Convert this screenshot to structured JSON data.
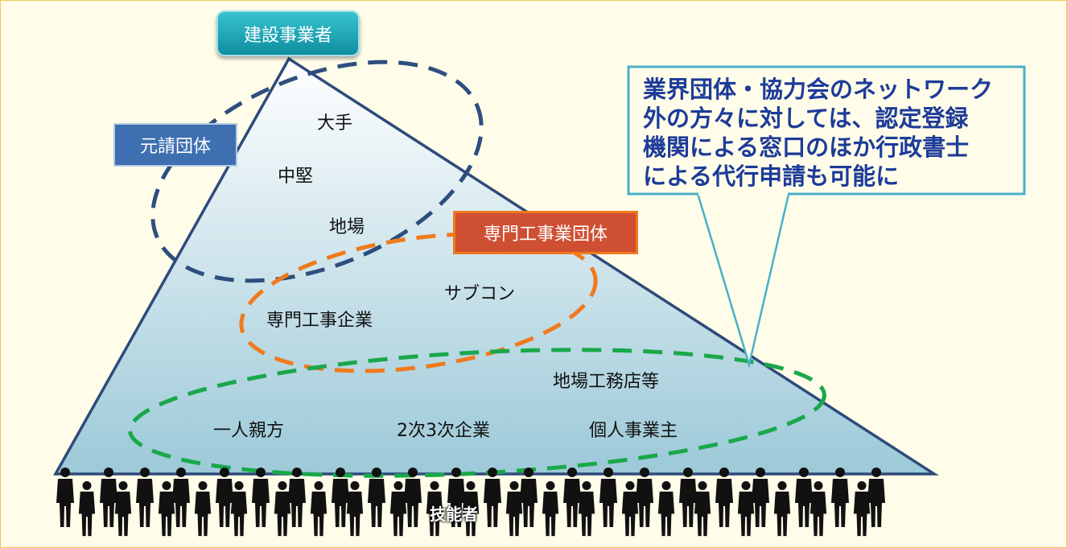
{
  "boxes": {
    "top": "建設事業者",
    "left": "元請団体",
    "mid": "専門工事業団体"
  },
  "labels": {
    "ote": "大手",
    "chuken": "中堅",
    "jiba": "地場",
    "subcon": "サブコン",
    "senmon": "専門工事企業",
    "koumuten": "地場工務店等",
    "hitori": "一人親方",
    "niji": "2次3次企業",
    "kojin": "個人事業主"
  },
  "callout": "業界団体・協力会のネットワーク\n外の方々に対しては、認定登録\n機関による窓口のほか行政書士\nによる代行申請も可能に",
  "workers_label": "技能者",
  "colors": {
    "background": "#fffde9",
    "frame": "#f2c35a",
    "triangle_top": "#ffffff",
    "triangle_bottom": "#9cc9d8",
    "triangle_edge": "#2f4a7a",
    "ellipse_prime": "#2d4e7e",
    "ellipse_special": "#f07a1c",
    "ellipse_local": "#19a84a",
    "callout_border": "#4aafc9",
    "callout_text": "#1d3b99",
    "people": "#111111"
  }
}
